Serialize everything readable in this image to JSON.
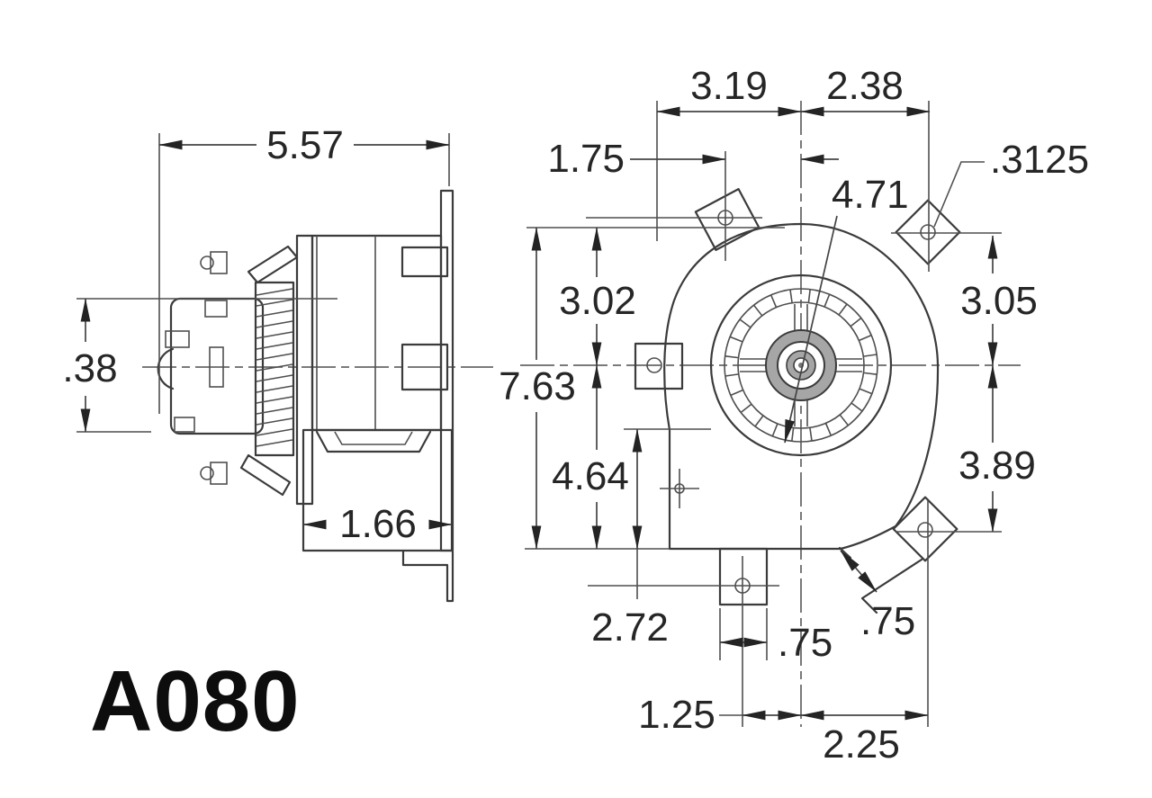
{
  "page": {
    "background": "#ffffff",
    "line_color": "#3b3b3b",
    "text_color": "#262626"
  },
  "drawing": {
    "model": "A080",
    "side_view": {
      "overall_width": "5.57",
      "mount_offset": ".38",
      "housing_depth": "1.66"
    },
    "front_view": {
      "center_to_left_top": "3.19",
      "center_to_right_top": "2.38",
      "upper_left_hole_to_center": "1.75",
      "mount_hole_diameter": ".3125",
      "wheel_diameter": "4.71",
      "top_to_center": "3.02",
      "overall_height": "7.63",
      "center_to_bottom": "4.64",
      "right_hole_to_center": "3.05",
      "center_to_lower_right_hole": "3.89",
      "step_to_bottom": "2.72",
      "bottom_tab_width": ".75",
      "outlet_width": ".75",
      "bottom_hole_to_center": "1.25",
      "center_to_outlet_hole": "2.25"
    }
  }
}
